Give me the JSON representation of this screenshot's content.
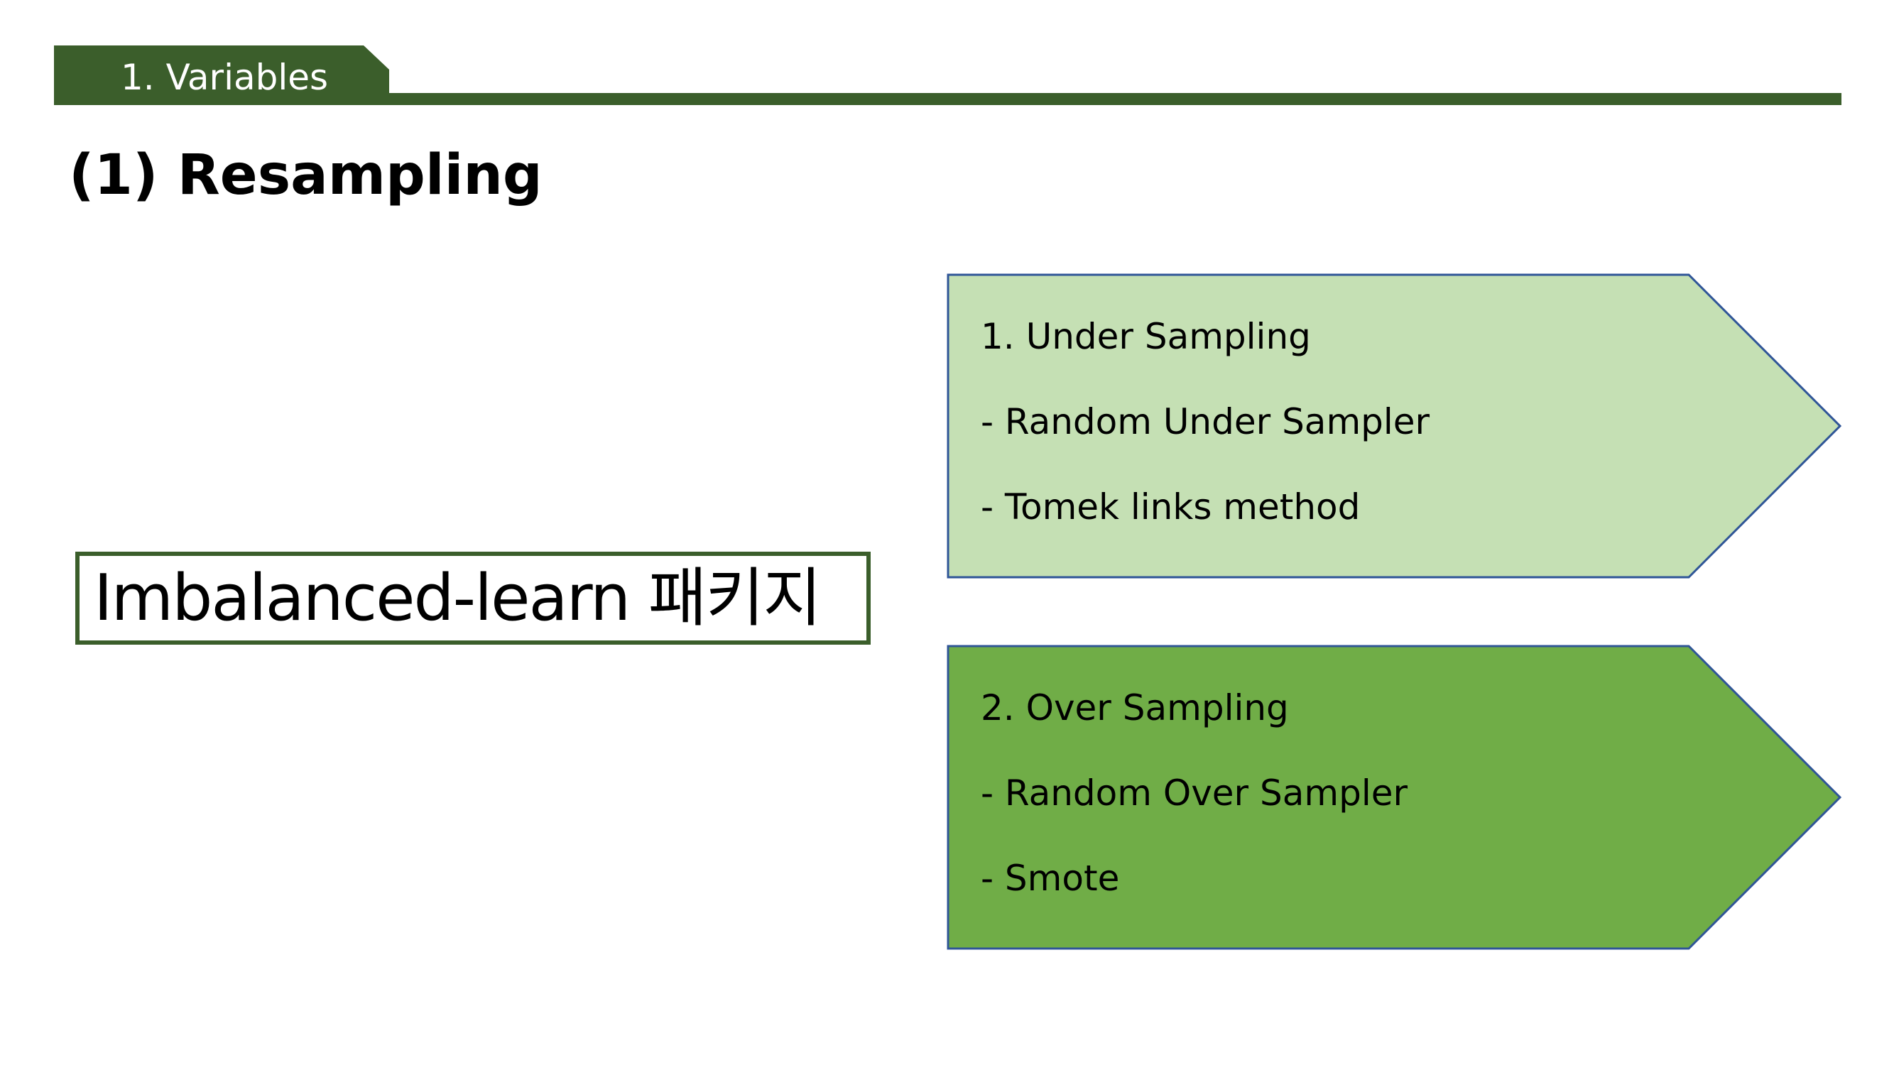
{
  "header": {
    "section_label": "1. Variables"
  },
  "title": "(1)  Resampling",
  "package_box": {
    "label": "Imbalanced-learn 패키지"
  },
  "methods": [
    {
      "heading": "1.   Under Sampling",
      "items": [
        "- Random Under Sampler",
        "- Tomek links method"
      ]
    },
    {
      "heading": "2. Over Sampling",
      "items": [
        "- Random Over Sampler",
        "- Smote"
      ]
    }
  ],
  "colors": {
    "dark_green": "#3b5e2b",
    "light_green_fill": "#c5e0b4",
    "medium_green_fill": "#70ad47",
    "pentagon_border": "#2f5597"
  }
}
